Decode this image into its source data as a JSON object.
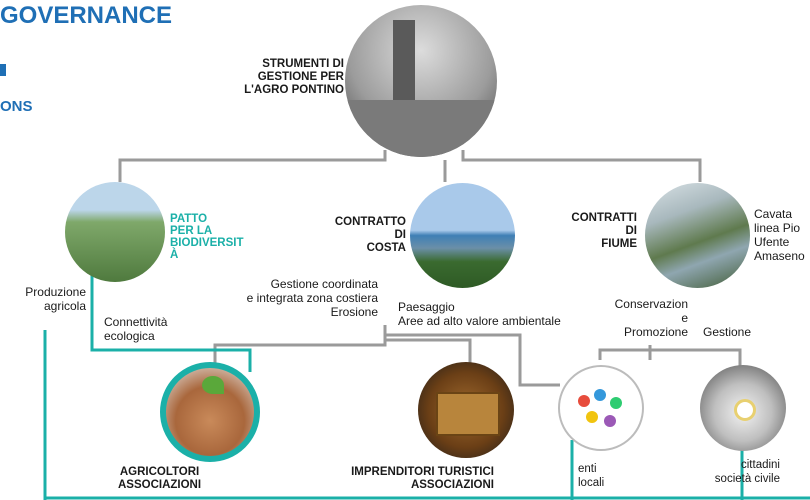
{
  "header": {
    "title_fragment": "GOVERNANCE",
    "subtitle_fragment": "ONS"
  },
  "nodes": {
    "root_label": "STRUMENTI DI\nGESTIONE PER\nL'AGRO PONTINO",
    "patto_label": "PATTO\nPER LA\nBIODIVERSIT\nÀ",
    "costa_label": "CONTRATTO\nDI\nCOSTA",
    "fiume_label": "CONTRATTI\nDI\nFIUME",
    "fiume_rivers": "Cavata\nlinea Pio\nUfente\nAmaseno",
    "produzione": "Produzione\nagricola",
    "connettivita": "Connettività\necologica",
    "gestione_coord": "Gestione coordinata\ne integrata zona costiera\nErosione",
    "paesaggio": "Paesaggio\nAree ad alto valore ambientale",
    "conservazione": "Conservazion\ne\nPromozione",
    "gestione": "Gestione",
    "agricoltori": "AGRICOLTORI\nASSOCIAZIONI",
    "imprenditori": "IMPRENDITORI TURISTICI\nASSOCIAZIONI",
    "enti": "enti\nlocali",
    "cittadini": "cittadini\nsocietà civile"
  },
  "colors": {
    "header_blue": "#1f6fb5",
    "teal": "#1bb0a8",
    "line_gray": "#9a9a9a"
  }
}
